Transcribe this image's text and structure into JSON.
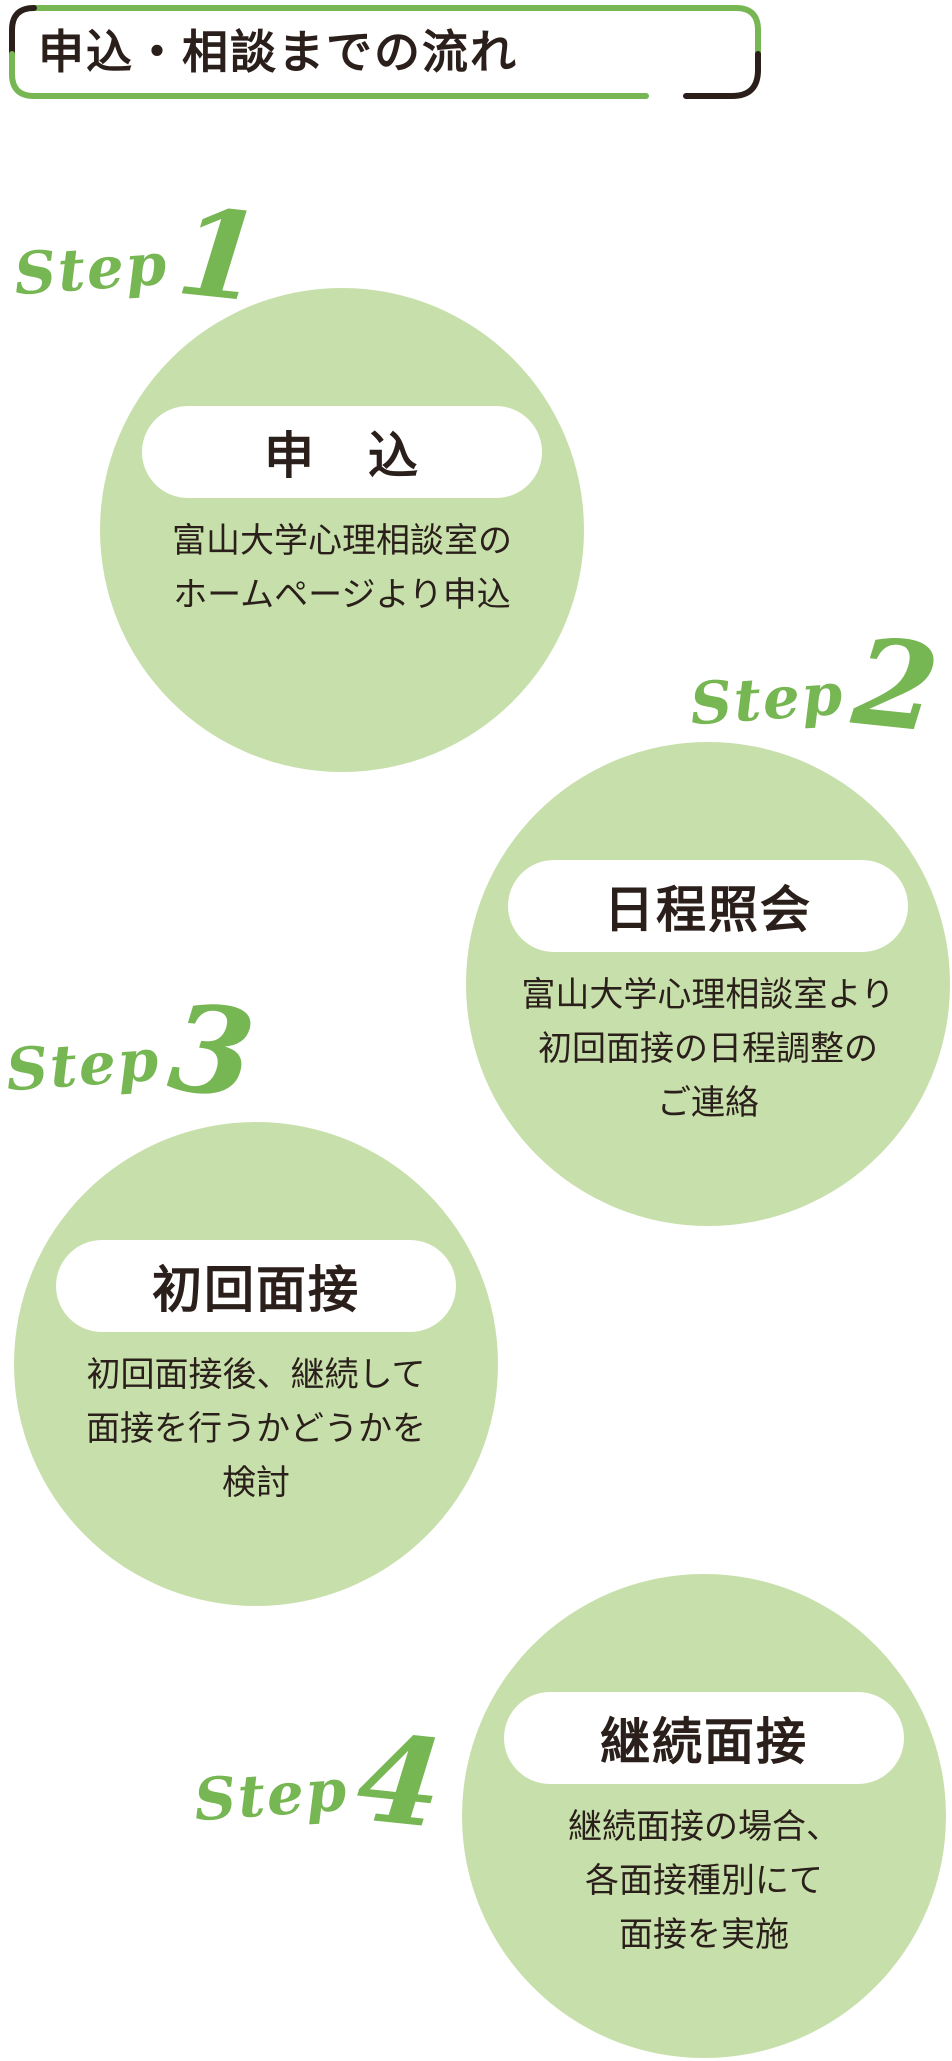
{
  "header": {
    "title": "申込・相談までの流れ"
  },
  "steps": [
    {
      "word": "Step",
      "number": "1",
      "title": "申　込",
      "lines": [
        "富山大学心理相談室の",
        "ホームページより申込"
      ]
    },
    {
      "word": "Step",
      "number": "2",
      "title": "日程照会",
      "lines": [
        "富山大学心理相談室より",
        "初回面接の日程調整の",
        "ご連絡"
      ]
    },
    {
      "word": "Step",
      "number": "3",
      "title": "初回面接",
      "lines": [
        "初回面接後、継続して",
        "面接を行うかどうかを",
        "検討"
      ]
    },
    {
      "word": "Step",
      "number": "4",
      "title": "継続面接",
      "lines": [
        "継続面接の場合、",
        "各面接種別にて",
        "面接を実施"
      ]
    }
  ],
  "colors": {
    "accent": "#76b653",
    "circle": "#c7e0ab",
    "text": "#2a1f1a"
  }
}
